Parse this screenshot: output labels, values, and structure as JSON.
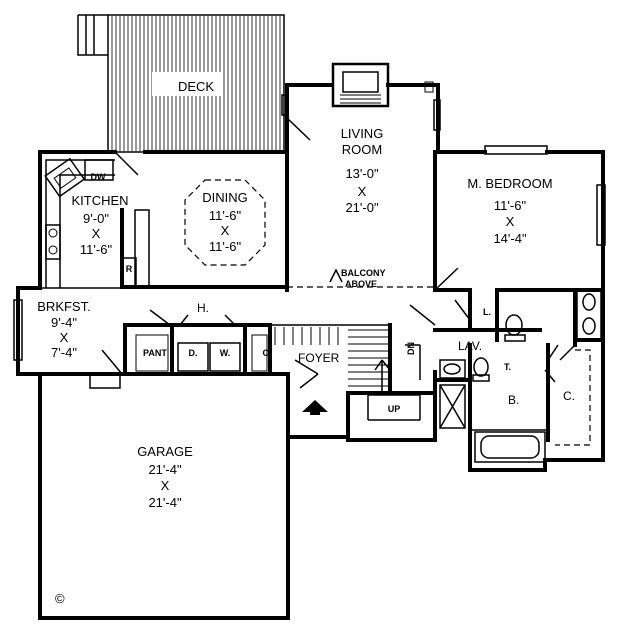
{
  "rooms": {
    "deck": {
      "name": "DECK"
    },
    "living": {
      "name_1": "LIVING",
      "name_2": "ROOM",
      "dim_1": "13'-0\"",
      "by": "X",
      "dim_2": "21'-0\""
    },
    "bedroom": {
      "name": "M. BEDROOM",
      "dim_1": "11'-6\"",
      "by": "X",
      "dim_2": "14'-4\""
    },
    "kitchen": {
      "name": "KITCHEN",
      "dim_1": "9'-0\"",
      "by": "X",
      "dim_2": "11'-6\""
    },
    "dining": {
      "name": "DINING",
      "dim_1": "11'-6\"",
      "by": "X",
      "dim_2": "11'-6\""
    },
    "breakfast": {
      "name": "BRKFST.",
      "dim_1": "9'-4\"",
      "by": "X",
      "dim_2": "7'-4\""
    },
    "garage": {
      "name": "GARAGE",
      "dim_1": "21'-4\"",
      "by": "X",
      "dim_2": "21'-4\""
    }
  },
  "labels": {
    "dw": "DW",
    "r": "R",
    "balcony_1": "BALCONY",
    "balcony_2": "ABOVE",
    "hall": "H.",
    "pantry": "PANT",
    "dryer": "D.",
    "washer": "W.",
    "closet": "C.",
    "foyer": "FOYER",
    "dn": "DN",
    "up": "UP",
    "lav": "LAV.",
    "linen": "L.",
    "toilet_t": "T.",
    "bath": "B.",
    "bed_closet": "C.",
    "copyright": "©"
  }
}
